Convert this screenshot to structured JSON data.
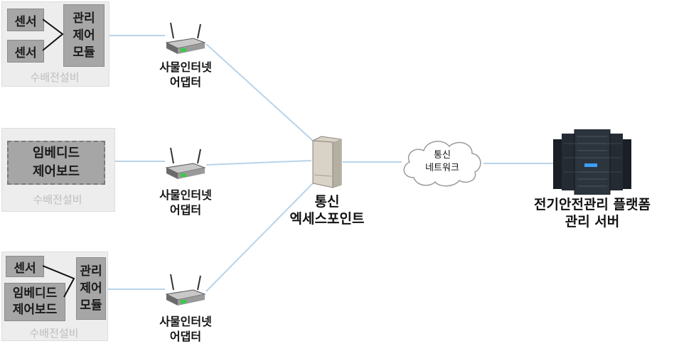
{
  "units": [
    {
      "sensors": [
        "센서",
        "센서"
      ],
      "module": [
        "관리",
        "제어",
        "모듈"
      ],
      "facility": "수배전설비",
      "adapter": [
        "사물인터넷",
        "어댑터"
      ]
    },
    {
      "board": [
        "임베디드",
        "제어보드"
      ],
      "facility": "수배전설비",
      "adapter": [
        "사물인터넷",
        "어댑터"
      ]
    },
    {
      "sensors": [
        "센서"
      ],
      "board_small": [
        "임베디드",
        "제어보드"
      ],
      "module": [
        "관리",
        "제어",
        "모듈"
      ],
      "facility": "수배전설비",
      "adapter": [
        "사물인터넷",
        "어댑터"
      ]
    }
  ],
  "access_point": [
    "통신",
    "엑세스포인트"
  ],
  "network": [
    "통신",
    "네트워크"
  ],
  "server": [
    "전기안전관리 플랫폼",
    "관리 서버"
  ],
  "colors": {
    "link": "#b8d4ea",
    "box": "#a6a6a6",
    "panel": "#ededed"
  }
}
